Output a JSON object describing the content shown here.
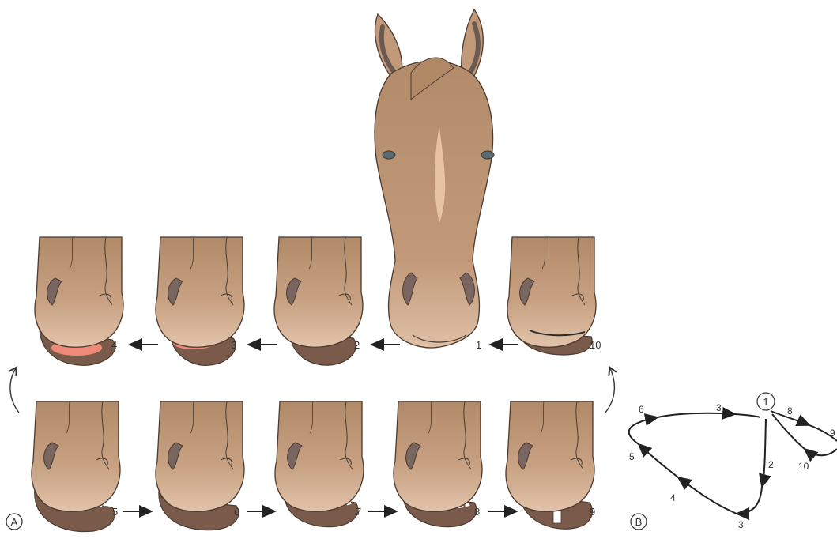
{
  "panel_a_label": "A",
  "panel_b_label": "B",
  "top_row_numbers": [
    "4",
    "3",
    "2",
    "1",
    "10"
  ],
  "bottom_row_numbers": [
    "5",
    "6",
    "7",
    "8",
    "9"
  ],
  "cycle_diagram": {
    "start": "1",
    "labels": [
      "2",
      "3",
      "4",
      "5",
      "6",
      "3",
      "8",
      "9",
      "10"
    ]
  },
  "colors": {
    "skin": "#c29a7a",
    "skin_dark": "#9c7a5e",
    "outline": "#4a3a30",
    "lip": "#8a6e5e",
    "nostril": "#7a6660",
    "tongue": "#f08a78",
    "blaze": "#e7c3a3"
  }
}
